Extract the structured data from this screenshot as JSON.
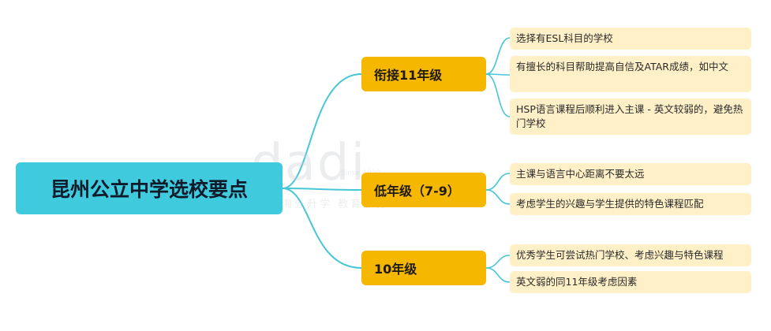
{
  "root": {
    "label": "昆州公立中学选校要点"
  },
  "branches": [
    {
      "label": "衔接11年级",
      "leaves": [
        "选择有ESL科目的学校",
        "有擅长的科目帮助提高自信及ATAR成绩，如中文",
        "HSP语言课程后顺利进入主课 - 英文较弱的，避免热门学校"
      ]
    },
    {
      "label": "低年级（7-9）",
      "leaves": [
        "主课与语言中心距离不要太远",
        "考虑学生的兴趣与学生提供的特色课程匹配"
      ]
    },
    {
      "label": "10年级",
      "leaves": [
        "优秀学生可尝试热门学校、考虑兴趣与特色课程",
        "英文弱的同11年级考虑因素"
      ]
    }
  ],
  "watermark": {
    "logo": "dadi",
    "since": "Since 1999",
    "subtitle": "大地 海外升学  教育服务"
  },
  "colors": {
    "root": "#3fcbdd",
    "branch": "#f5b700",
    "leaf": "#fff0c8",
    "connector": "#47c6d8"
  }
}
